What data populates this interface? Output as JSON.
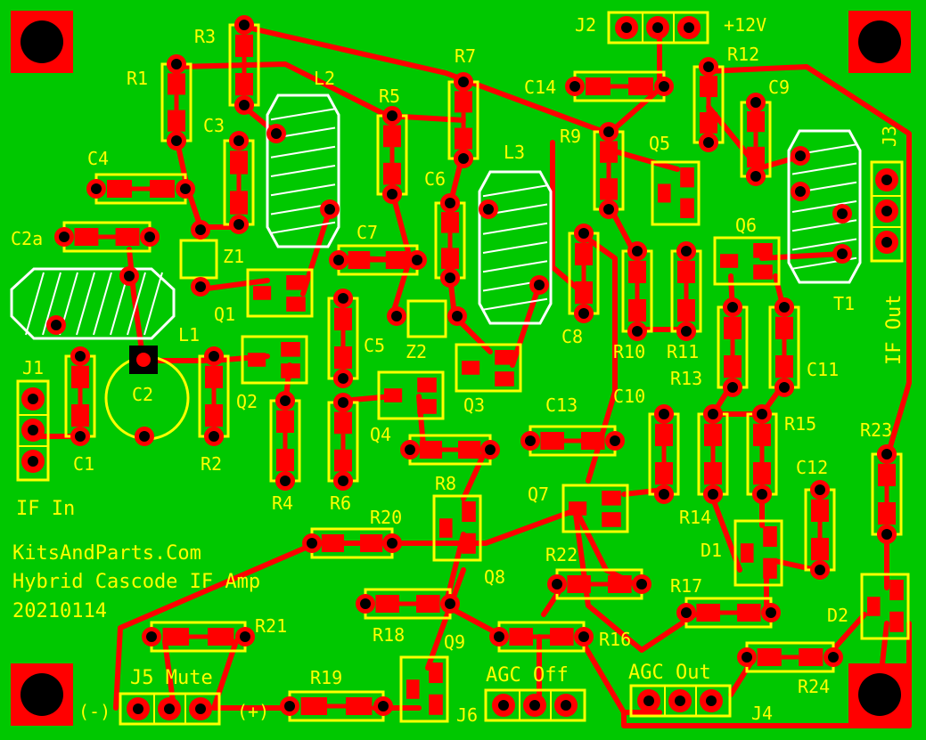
{
  "board": {
    "colors": {
      "substrate": "#00c800",
      "trace": "#ff0000",
      "silk": "#ffff00",
      "pad": "#ff0000",
      "hole": "#000000"
    },
    "credits": [
      "KitsAndParts.Com",
      "Hybrid Cascode IF Amp",
      "20210114"
    ]
  },
  "labels": {
    "R1": "R1",
    "R2": "R2",
    "R3": "R3",
    "R4": "R4",
    "R5": "R5",
    "R6": "R6",
    "R7": "R7",
    "R8": "R8",
    "R9": "R9",
    "R10": "R10",
    "R11": "R11",
    "R12": "R12",
    "R13": "R13",
    "R14": "R14",
    "R15": "R15",
    "R16": "R16",
    "R17": "R17",
    "R18": "R18",
    "R19": "R19",
    "R20": "R20",
    "R21": "R21",
    "R22": "R22",
    "R23": "R23",
    "R24": "R24",
    "C1": "C1",
    "C2": "C2",
    "C2a": "C2a",
    "C3": "C3",
    "C4": "C4",
    "C5": "C5",
    "C6": "C6",
    "C7": "C7",
    "C8": "C8",
    "C9": "C9",
    "C10": "C10",
    "C11": "C11",
    "C12": "C12",
    "C13": "C13",
    "C14": "C14",
    "Q1": "Q1",
    "Q2": "Q2",
    "Q3": "Q3",
    "Q4": "Q4",
    "Q5": "Q5",
    "Q6": "Q6",
    "Q7": "Q7",
    "Q8": "Q8",
    "Q9": "Q9",
    "L1": "L1",
    "L2": "L2",
    "L3": "L3",
    "T1": "T1",
    "Z1": "Z1",
    "Z2": "Z2",
    "D1": "D1",
    "D2": "D2",
    "J1": "J1",
    "J2": "J2",
    "J3": "J3",
    "J4": "J4",
    "J6": "J6",
    "J5": "J5 Mute",
    "V12": "+12V",
    "IFIN": "IF In",
    "IFOUT": "IF Out",
    "AGCOFF": "AGC Off",
    "AGCOUT": "AGC Out",
    "MINUS": "(-)",
    "PLUS": "(+)"
  }
}
